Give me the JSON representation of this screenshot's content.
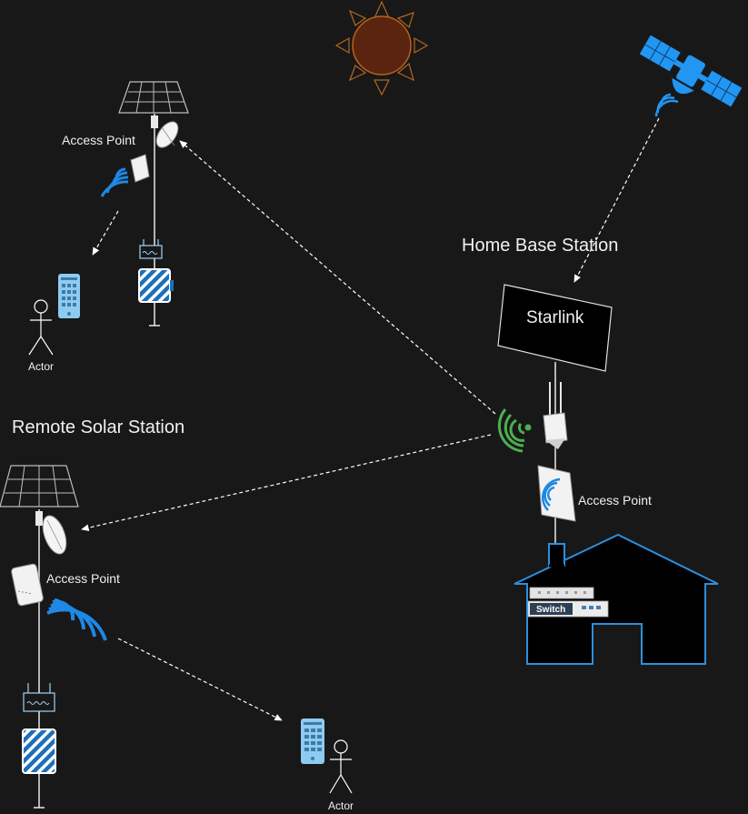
{
  "labels": {
    "home_base_station": "Home Base Station",
    "remote_solar_station": "Remote Solar Station",
    "starlink": "Starlink",
    "access_point_top": "Access Point",
    "access_point_bottom": "Access Point",
    "access_point_home": "Access Point",
    "switch": "Switch",
    "actor_top": "Actor",
    "actor_bottom": "Actor"
  },
  "icons": [
    "sun-icon",
    "satellite-icon",
    "solar-panel-icon",
    "dish-antenna-icon",
    "access-point-icon",
    "wifi-signal-icon",
    "router-icon",
    "battery-icon",
    "phone-icon",
    "actor-icon",
    "house-icon",
    "switch-icon",
    "starlink-dish-icon"
  ],
  "colors": {
    "background": "#181818",
    "wifi_blue": "#1e88e5",
    "wifi_green": "#4caf50",
    "sun": "#5a2410",
    "sun_rays": "#b5651d",
    "satellite": "#2196f3",
    "house_outline": "#2d8fdd",
    "phone": "#8ecbf0",
    "text": "#f0f0f0"
  }
}
